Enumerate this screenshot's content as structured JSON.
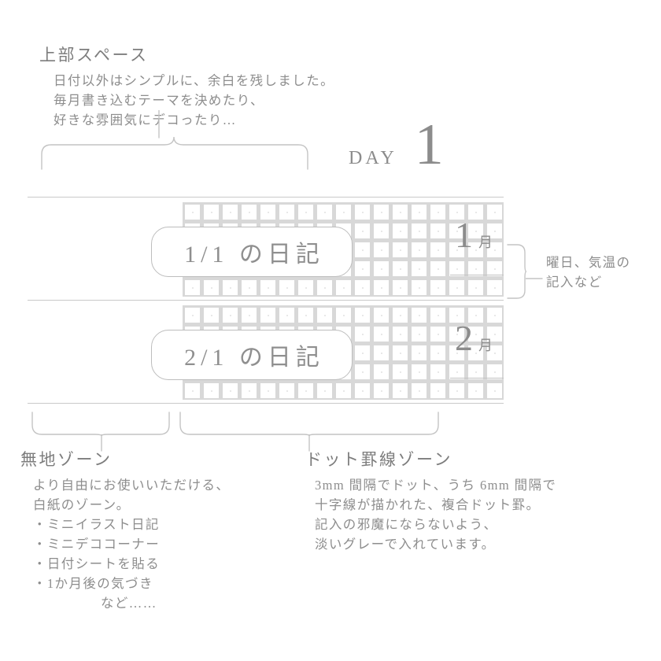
{
  "page": {
    "background": "#ffffff",
    "ink": "#8a8a8a",
    "rule_color": "#c9c9c9",
    "dot_color": "#e2e2e2",
    "cross_color": "#d8d8d8"
  },
  "top_section": {
    "title": "上部スペース",
    "lines": [
      "日付以外はシンプルに、余白を残しました。",
      "毎月書き込むテーマを決めたり、",
      "好きな雰囲気にデコったり…"
    ]
  },
  "day_heading": {
    "word": "DAY",
    "number": "1"
  },
  "rows": [
    {
      "label": "1/1 の日記",
      "month_number": "1",
      "month_unit": "月"
    },
    {
      "label": "2/1 の日記",
      "month_number": "2",
      "month_unit": "月"
    }
  ],
  "right_annotation": {
    "lines": [
      "曜日、気温の",
      "記入など"
    ]
  },
  "bottom_left_section": {
    "title": "無地ゾーン",
    "lines": [
      "より自由にお使いいただける、",
      "白紙のゾーン。",
      "・ミニイラスト日記",
      "・ミニデココーナー",
      "・日付シートを貼る",
      "・1か月後の気づき"
    ],
    "trailing": "など……"
  },
  "bottom_right_section": {
    "title": "ドット罫線ゾーン",
    "lines": [
      "3mm 間隔でドット、うち 6mm 間隔で",
      "十字線が描かれた、複合ドット罫。",
      "記入の邪魔にならないよう、",
      "淡いグレーで入れています。"
    ]
  }
}
